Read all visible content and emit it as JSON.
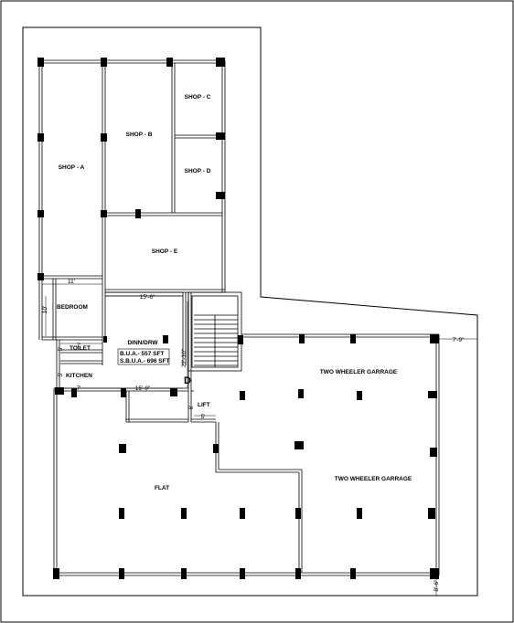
{
  "rooms": {
    "shop_a": "SHOP - A",
    "shop_b": "SHOP - B",
    "shop_c": "SHOP - C",
    "shop_d": "SHOP - D",
    "shop_e": "SHOP - E",
    "bedroom": "BEDROOM",
    "toilet": "TOILET",
    "kitchen": "KITCHEN",
    "dining": "DINN/DRW",
    "lift": "LIFT",
    "flat": "FLAT",
    "garage_1": "TWO WHEELER GARRAGE",
    "garage_2": "TWO WHEELER GARRAGE"
  },
  "areas": {
    "bua": "B.U.A.- 557 SFT",
    "sbua": "S.B.U.A.- 696 SFT"
  },
  "dimensions": {
    "d_11": "11'",
    "d_15_6": "15'-6\"",
    "d_10_bed": "10'",
    "d_7_toilet": "7'",
    "d_7_kitchen": "7'",
    "d_15_9": "15'-9\"",
    "d_22_10": "22'-10\"",
    "d_5_lift": "5'",
    "d_6_lift": "6'",
    "d_5_toilet": "5'",
    "d_5_kitchen": "5'",
    "d_7_9": "7'-9\"",
    "d_8_6": "8'-6\""
  },
  "marks": {
    "door": "D"
  }
}
